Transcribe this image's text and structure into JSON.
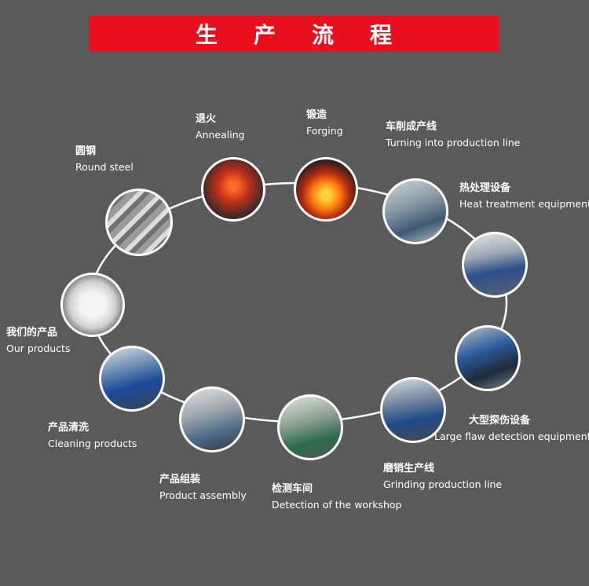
{
  "title": "生产流程",
  "steps": [
    {
      "zh": "我们的产品",
      "en": "Our products"
    },
    {
      "zh": "圆钢",
      "en": "Round steel"
    },
    {
      "zh": "退火",
      "en": "Annealing"
    },
    {
      "zh": "锻造",
      "en": "Forging"
    },
    {
      "zh": "车削成产线",
      "en": "Turning into production line"
    },
    {
      "zh": "热处理设备",
      "en": "Heat treatment equipment"
    },
    {
      "zh": "大型探伤设备",
      "en": "Large flaw detection equipment"
    },
    {
      "zh": "磨销生产线",
      "en": "Grinding production line"
    },
    {
      "zh": "检测车间",
      "en": "Detection of the workshop"
    },
    {
      "zh": "产品组装",
      "en": "Product assembly"
    },
    {
      "zh": "产品清洗",
      "en": "Cleaning products"
    }
  ],
  "colors": {
    "background": "#5a5a5a",
    "banner": "#e8101e",
    "ring": "#ffffff"
  }
}
